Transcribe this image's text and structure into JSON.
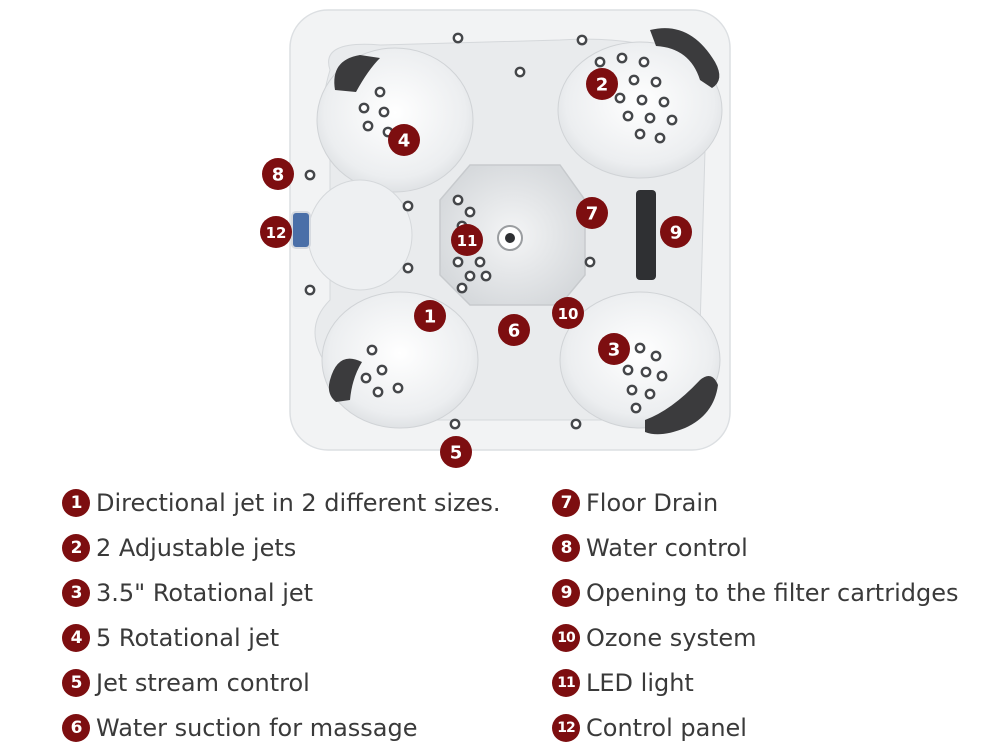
{
  "colors": {
    "badge": "#7d0e10",
    "badge_text": "#ffffff",
    "tub_shell": "#f2f3f4",
    "headrest": "#3b3b3d",
    "jet": "#45474a",
    "legend_text": "#3a3a3a"
  },
  "diagram": {
    "markers": [
      "1",
      "2",
      "3",
      "4",
      "5",
      "6",
      "7",
      "8",
      "9",
      "10",
      "11",
      "12"
    ]
  },
  "legend": [
    {
      "num": "1",
      "label": "Directional jet in 2 different sizes."
    },
    {
      "num": "2",
      "label": "2 Adjustable jets"
    },
    {
      "num": "3",
      "label": "3.5\" Rotational jet"
    },
    {
      "num": "4",
      "label": "5 Rotational jet"
    },
    {
      "num": "5",
      "label": "Jet stream control"
    },
    {
      "num": "6",
      "label": "Water suction for massage"
    },
    {
      "num": "7",
      "label": "Floor Drain"
    },
    {
      "num": "8",
      "label": "Water control"
    },
    {
      "num": "9",
      "label": "Opening to the filter cartridges"
    },
    {
      "num": "10",
      "label": "Ozone system"
    },
    {
      "num": "11",
      "label": "LED light"
    },
    {
      "num": "12",
      "label": "Control panel"
    }
  ]
}
